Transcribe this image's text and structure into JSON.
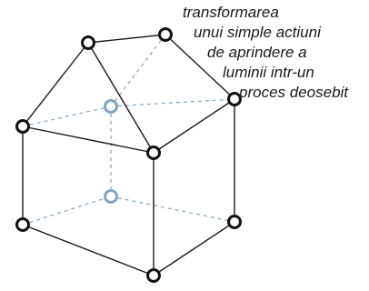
{
  "caption": {
    "lines": [
      "transformarea",
      "unui simple actiuni",
      "de aprindere a",
      "luminii intr-un",
      "proces deosebit"
    ]
  },
  "colors": {
    "visible_edge": "#1a1a1a",
    "hidden_edge": "#7fa7c2",
    "visible_node_stroke": "#111111",
    "hidden_node_stroke": "#7fa7c2",
    "node_fill": "#ffffff"
  },
  "graph": {
    "nodes": [
      {
        "id": "roof-left",
        "hidden": false
      },
      {
        "id": "roof-right",
        "hidden": false
      },
      {
        "id": "top-left",
        "hidden": false
      },
      {
        "id": "top-back",
        "hidden": true
      },
      {
        "id": "top-right",
        "hidden": false
      },
      {
        "id": "top-front",
        "hidden": false
      },
      {
        "id": "bottom-left",
        "hidden": false
      },
      {
        "id": "bottom-back",
        "hidden": true
      },
      {
        "id": "bottom-right",
        "hidden": false
      },
      {
        "id": "bottom-front",
        "hidden": false
      }
    ],
    "edges": [
      {
        "from": "roof-left",
        "to": "roof-right",
        "hidden": false
      },
      {
        "from": "roof-left",
        "to": "top-left",
        "hidden": false
      },
      {
        "from": "roof-left",
        "to": "top-front",
        "hidden": false
      },
      {
        "from": "roof-right",
        "to": "top-right",
        "hidden": false
      },
      {
        "from": "roof-right",
        "to": "top-back",
        "hidden": true
      },
      {
        "from": "top-left",
        "to": "top-front",
        "hidden": false
      },
      {
        "from": "top-front",
        "to": "top-right",
        "hidden": false
      },
      {
        "from": "top-left",
        "to": "top-back",
        "hidden": true
      },
      {
        "from": "top-back",
        "to": "top-right",
        "hidden": true
      },
      {
        "from": "top-left",
        "to": "bottom-left",
        "hidden": false
      },
      {
        "from": "top-front",
        "to": "bottom-front",
        "hidden": false
      },
      {
        "from": "top-right",
        "to": "bottom-right",
        "hidden": false
      },
      {
        "from": "top-back",
        "to": "bottom-back",
        "hidden": true
      },
      {
        "from": "bottom-left",
        "to": "bottom-front",
        "hidden": false
      },
      {
        "from": "bottom-front",
        "to": "bottom-right",
        "hidden": false
      },
      {
        "from": "bottom-left",
        "to": "bottom-back",
        "hidden": true
      },
      {
        "from": "bottom-back",
        "to": "bottom-right",
        "hidden": true
      }
    ]
  }
}
